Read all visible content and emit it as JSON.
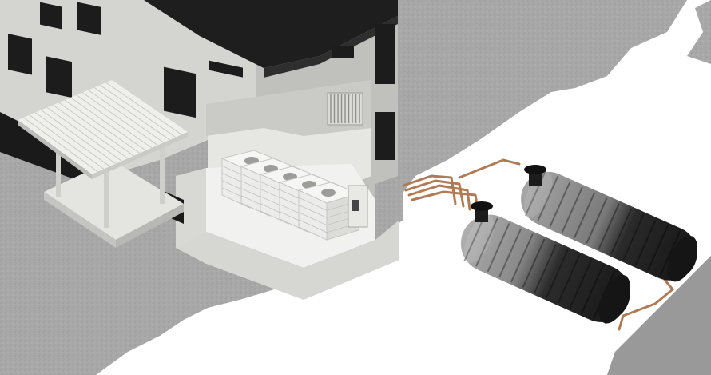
{
  "scene": {
    "kind": "3d-cutaway-illustration",
    "subject": "house-with-underground-tanks",
    "tank_count": 2,
    "indoor_module_count": 5
  },
  "colors": {
    "ground": "#a9a9a9",
    "ground_dark": "#999999",
    "white": "#ffffff",
    "roof": "#1e1e1e",
    "wall_front": "#d4d4d0",
    "wall_side": "#c0c0bc",
    "wall_shadow": "#b0b0ac",
    "window": "#1c1c1c",
    "tank_dark": "#202020",
    "tank_light": "#9a9a9a",
    "pipe": "#b07a54",
    "interior_floor": "#f1f1ef",
    "module": "#ececea"
  }
}
